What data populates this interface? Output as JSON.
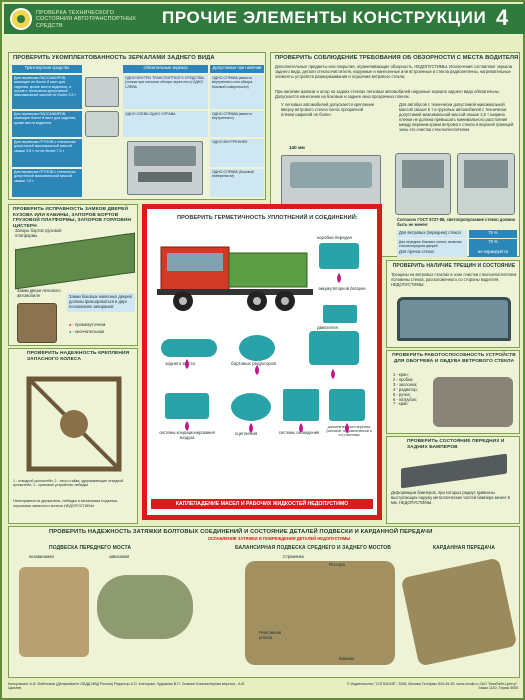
{
  "header": {
    "subtitle": "ПРОВЕРКА ТЕХНИЧЕСКОГО СОСТОЯНИЯ АВТОТРАНСПОРТНЫХ СРЕДСТВ",
    "title": "ПРОЧИЕ ЭЛЕМЕНТЫ КОНСТРУКЦИИ",
    "number": "4"
  },
  "mirrors": {
    "title": "ПРОВЕРИТЬ УКОМПЛЕКТОВАННОСТЬ ЗЕРКАЛАМИ ЗАДНЕГО ВИДА",
    "columns": [
      "Транспортное средство",
      "Обязательные зеркала",
      "Допустимые при наличии"
    ],
    "rows": [
      [
        "Для перевозки ПАССАЖИРОВ, имеющие не более 8 мест для сидения, кроме места водителя, и грузов с технически допустимой максимальной массой не более 3,5 т",
        "ОДНО ВНУТРИ ТРАНСПОРТНОГО СРЕДСТВА (только при наличии обзора через него) ОДНО СЛЕВА",
        "ОДНО СПРАВА (вместо внутреннего или обзора боковой поверхности)"
      ],
      [
        "Для перевозки ПАССАЖИРОВ, имеющие более 8 мест для сидения, кроме места водителя",
        "ОДНО СЛЕВА ОДНО СПРАВА",
        "ОДНО СПРАВА (вместо внутреннего)"
      ],
      [
        "Для перевозки ГРУЗОВ с технически допустимой максимальной массой свыше 3,5 т, но не более 7,5 т",
        "ОДНО СЛЕВА ОДНО СПРАВА",
        "ОДНО ВНУТРЕННЕЕ"
      ],
      [
        "Для перевозки ГРУЗОВ с технически допустимой максимальной массой свыше 7,5 т",
        "ОДНО СЛЕВА ОДНО СПРАВА",
        "ОДНО СПРАВА (боковой поверхности)"
      ]
    ]
  },
  "visibility": {
    "title": "ПРОВЕРИТЬ СОБЛЮДЕНИЕ ТРЕБОВАНИЯ ОБ ОБЗОРНОСТИ С МЕСТА ВОДИТЕЛЯ",
    "intro": "Дополнительные предметы или покрытия, ограничивающие обзорность, НЕДОПУСТИМЫ. Исключения составляют зеркала заднего вида, детали стеклоочистителя, наружные и нанесенные или встроенные в стекла радиоантенны, нагревательные элементы устройств размораживания и осушения ветрового стекла.",
    "warning": "НЕДОПУСТИМЫ",
    "note": "При наличии жалюзи и штор на задних стеклах легковых автомобилей наружные зеркала заднего вида обязательны. Допускается нанесение на боковые и заднее окна прозрачных пленок.",
    "left_text": "У легковых автомобилей допускается крепление вверху ветрового стекла полос прозрачной пленки шириной не более:",
    "left_dim": "140 мм",
    "right_text": "Для автобусов с технически допустимой максимальной массой свыше 5 т и грузовых автомобилей с технически допустимой максимальной массой свыше 3,5 т ширина пленки не должна превышать минимального расстояния между верхним краем ветрового стекла и верхней границей зоны его очистки стеклоочистителем",
    "gost_title": "Согласно ГОСТ 5727-88, светопропускание стекол должно быть не менее:",
    "gost_rows": [
      [
        "Для ветровых (передних) стекол",
        "75 %"
      ],
      [
        "Для передних боковых стекол, включая стекла передних дверей",
        "70 %"
      ],
      [
        "Для прочих стекол",
        "не нормируется"
      ]
    ]
  },
  "locks": {
    "title": "ПРОВЕРИТЬ ИСПРАВНОСТЬ ЗАМКОВ ДВЕРЕЙ КУЗОВА ИЛИ КАБИНЫ, ЗАПОРОВ БОРТОВ ГРУЗОВОЙ ПЛАТФОРМЫ, ЗАПОРОВ ГОРЛОВИН ЦИСТЕРН",
    "label_platform": "Запоры бортов грузовой платформы",
    "label_door": "Замки двери легкового автомобиля",
    "note": "Замки боковых навесных дверей должны фиксироваться в двух положениях запирания:",
    "legend": [
      "- промежуточном",
      "- окончательном"
    ]
  },
  "spare": {
    "title": "ПРОВЕРИТЬ НАДЕЖНОСТЬ КРЕПЛЕНИЯ ЗАПАСНОГО КОЛЕСА",
    "legend": "1 - откидной кронштейн; 2 - тяга и гайка, удерживающие откидной кронштейн; 3 - храповое устройство лебедки",
    "note": "Неисправности держателя, лебедки и механизма подъема-опускания запасного колеса НЕДОПУСТИМЫ"
  },
  "leaks": {
    "title": "ПРОВЕРИТЬ ГЕРМЕТИЧНОСТЬ УПЛОТНЕНИЙ И СОЕДИНЕНИЙ:",
    "items": [
      "коробки передач",
      "аккумуляторной батареи",
      "заднего моста",
      "бортовых редукторов",
      "двигателя",
      "системы кондиционирования воздуха",
      "сцепления",
      "системы охлаждения",
      "дополнительного агрегата (силовой, гидравлической и т.п.) системы"
    ],
    "warning": "КАПЛЕПАДЕНИЕ МАСЕЛ И РАБОЧИХ ЖИДКОСТЕЙ НЕДОПУСТИМО"
  },
  "glass": {
    "title": "ПРОВЕРИТЬ НАЛИЧИЕ ТРЕЩИН И СОСТОЯНИЕ",
    "text": "Трещины на ветровых стеклах в зоне очистки стеклоочистителем половины стекла, расположенного со стороны водителя, НЕДОПУСТИМЫ",
    "warning": "НЕДОПУСТИМЫ"
  },
  "heater": {
    "title": "ПРОВЕРИТЬ РАБОТОСПОСОБНОСТЬ УСТРОЙСТВ ДЛЯ ОБОГРЕВА И ОБДУВА ВЕТРОВОГО СТЕКЛА",
    "parts": [
      "1 - кран;",
      "2 - пробка;",
      "3 - заслонка;",
      "4 - радиатор;",
      "5 - ручка;",
      "6 - патрубок;",
      "7 - кран"
    ]
  },
  "bumpers": {
    "title": "ПРОВЕРИТЬ СОСТОЯНИЕ ПЕРЕДНИХ И ЗАДНИХ БАМПЕРОВ",
    "text": "Деформации бамперов, при которых радиус кривизны выступающих наружу металлических частей бампера менее 5 мм, НЕДОПУСТИМЫ"
  },
  "suspension": {
    "title": "ПРОВЕРИТЬ НАДЕЖНОСТЬ ЗАТЯЖКИ БОЛТОВЫХ СОЕДИНЕНИЙ И СОСТОЯНИЕ ДЕТАЛЕЙ ПОДВЕСКИ И КАРДАННОЙ ПЕРЕДАЧИ",
    "subtitle": "ОСЛАБЛЕНИЕ ЗАТЯЖКИ И ПОВРЕЖДЕНИЯ ДЕТАЛЕЙ НЕДОПУСТИМЫ",
    "col1": "ПОДВЕСКА ПЕРЕДНЕГО МОСТА",
    "col1a": "независимая",
    "col1b": "зависимая",
    "col2": "БАЛАНСИРНАЯ ПОДВЕСКА СРЕДНЕГО И ЗАДНЕГО МОСТОВ",
    "col2parts": [
      "Стремянка",
      "Рессора",
      "Реактивная штанга",
      "Башмак"
    ],
    "col3": "КАРДАННАЯ ПЕРЕДАЧА"
  },
  "footer": {
    "left": "Консультант А.И. Войтенков (Департамент ОБДД МВД России) Редактор А.О. Кленцова. Художник В.П. Голанин Компьютерная верстка - А.В. Цыплев",
    "right": "© Издательство \"СОГЛАСИЕ\", 2008, Москва Тел/факс 644-49-39, www.zmuki.ru ЗАО \"КомПабл-Центр\". Заказ 1130, Тираж 5000"
  },
  "colors": {
    "accent": "#2f7a3c",
    "red": "#d81b1b",
    "truck_red": "#d23a25",
    "blue": "#2d86b8"
  }
}
